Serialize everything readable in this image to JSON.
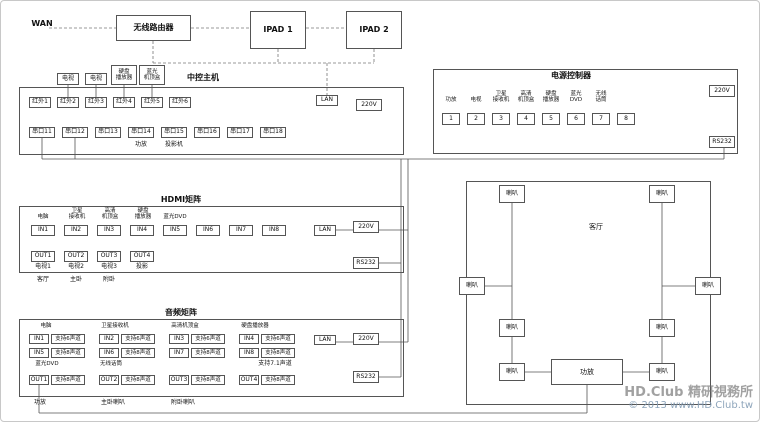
{
  "watermark": {
    "line1": "HD.Club 精研視務所",
    "line2": "© 2013 www.HD.Club.tw"
  },
  "top": {
    "wan": "WAN",
    "router": "无线路由器",
    "ipad1": "IPAD 1",
    "ipad2": "IPAD 2"
  },
  "host": {
    "title": "中控主机",
    "devices": [
      "电视",
      "电视",
      "硬盘\n播放器",
      "蓝光\n机顶盒"
    ],
    "ir_ports": [
      "红外1",
      "红外2",
      "红外3",
      "红外4",
      "红外5",
      "红外6"
    ],
    "lan": "LAN",
    "power": "220V",
    "serial_ports": [
      "串口11",
      "串口12",
      "串口13",
      "串口14",
      "串口15",
      "串口16",
      "串口17",
      "串口18"
    ],
    "amp_label": "功放",
    "projector_label": "投影机"
  },
  "power_ctrl": {
    "title": "电源控制器",
    "power": "220V",
    "rs232": "RS232",
    "channel_labels": [
      "功放",
      "电视",
      "卫星\n接收机",
      "高清\n机顶盒",
      "硬盘\n播放器",
      "蓝光\nDVD",
      "无线\n话筒",
      ""
    ],
    "channel_numbers": [
      "1",
      "2",
      "3",
      "4",
      "5",
      "6",
      "7",
      "8"
    ]
  },
  "hdmi": {
    "title": "HDMI矩阵",
    "device_labels": [
      "电脑",
      "卫星\n接收机",
      "高清\n机顶盒",
      "硬盘\n播放器",
      "蓝光DVD"
    ],
    "inputs": [
      "IN1",
      "IN2",
      "IN3",
      "IN4",
      "IN5",
      "IN6",
      "IN7",
      "IN8"
    ],
    "outputs": [
      "OUT1",
      "OUT2",
      "OUT3",
      "OUT4"
    ],
    "output_labels": [
      "电视1",
      "电视2",
      "电视3",
      "投影"
    ],
    "output_rooms": [
      "客厅",
      "主卧",
      "附卧"
    ],
    "lan": "LAN",
    "power": "220V",
    "rs232": "RS232"
  },
  "audio": {
    "title": "音频矩阵",
    "device_labels": [
      "电脑",
      "卫星接收机",
      "高清机顶盒",
      "硬盘播放器"
    ],
    "inputs_row1": [
      {
        "port": "IN1",
        "cap": "支持6声道"
      },
      {
        "port": "IN2",
        "cap": "支持6声道"
      },
      {
        "port": "IN3",
        "cap": "支持6声道"
      },
      {
        "port": "IN4",
        "cap": "支持6声道"
      }
    ],
    "inputs_row2": [
      {
        "port": "IN5",
        "cap": "支持8声道"
      },
      {
        "port": "IN6",
        "cap": "支持8声道"
      },
      {
        "port": "IN7",
        "cap": "支持8声道"
      },
      {
        "port": "IN8",
        "cap": "支持8声道"
      }
    ],
    "source_labels": [
      "蓝光DVD",
      "无线话筒"
    ],
    "note": "支持7.1声道",
    "outputs": [
      {
        "port": "OUT1",
        "cap": "支持8声道"
      },
      {
        "port": "OUT2",
        "cap": "支持8声道"
      },
      {
        "port": "OUT3",
        "cap": "支持8声道"
      },
      {
        "port": "OUT4",
        "cap": "支持8声道"
      }
    ],
    "output_labels": [
      "功放",
      "主卧喇叭",
      "附卧喇叭"
    ],
    "lan": "LAN",
    "power": "220V",
    "rs232": "RS232"
  },
  "room": {
    "label": "客厅",
    "speaker": "喇叭",
    "amp": "功放"
  }
}
